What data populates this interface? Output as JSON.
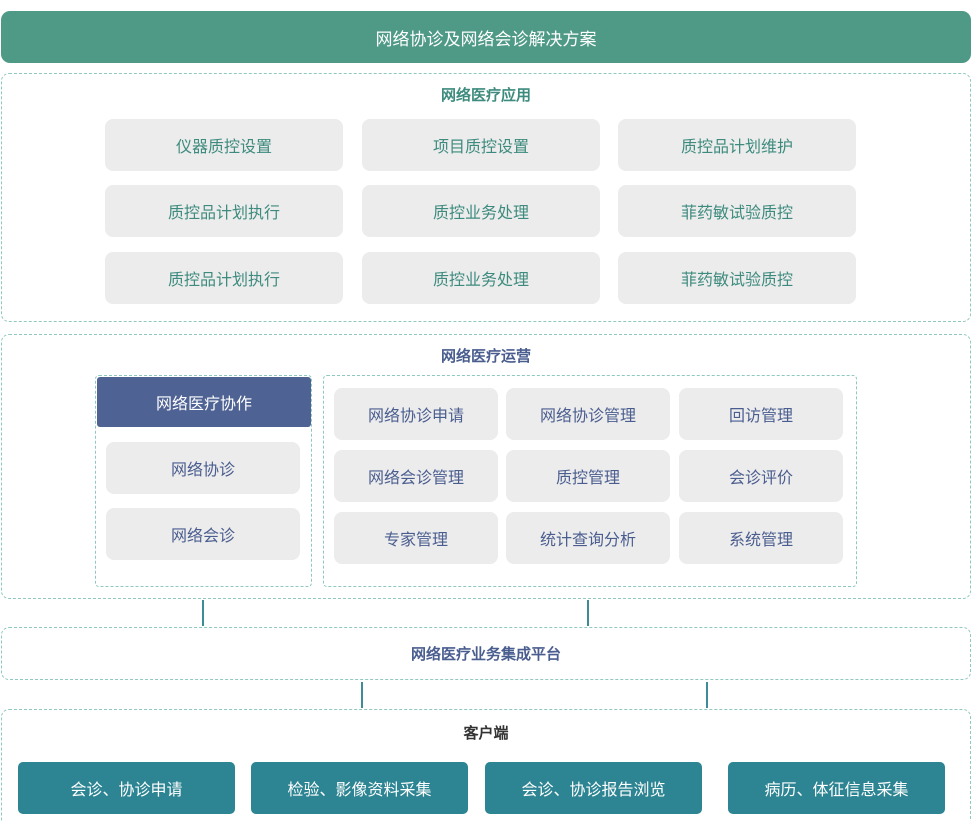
{
  "title": "网络协诊及网络会诊解决方案",
  "applications": {
    "title": "网络医疗应用",
    "items": [
      "仪器质控设置",
      "项目质控设置",
      "质控品计划维护",
      "质控品计划执行",
      "质控业务处理",
      "菲药敏试验质控",
      "质控品计划执行",
      "质控业务处理",
      "菲药敏试验质控"
    ]
  },
  "operations": {
    "title": "网络医疗运营",
    "collaboration": {
      "header": "网络医疗协作",
      "items": [
        "网络协诊",
        "网络会诊"
      ]
    },
    "modules": [
      "网络协诊申请",
      "网络协诊管理",
      "回访管理",
      "网络会诊管理",
      "质控管理",
      "会诊评价",
      "专家管理",
      "统计查询分析",
      "系统管理"
    ]
  },
  "platform": {
    "title": "网络医疗业务集成平台"
  },
  "client": {
    "title": "客户端",
    "items": [
      "会诊、协诊申请",
      "检验、影像资料采集",
      "会诊、协诊报告浏览",
      "病历、体征信息采集"
    ]
  },
  "colors": {
    "banner": "#4f9a86",
    "collaboration_header": "#4e6294",
    "client_buttons": "#2d8492",
    "connector": "#3d8c98"
  }
}
